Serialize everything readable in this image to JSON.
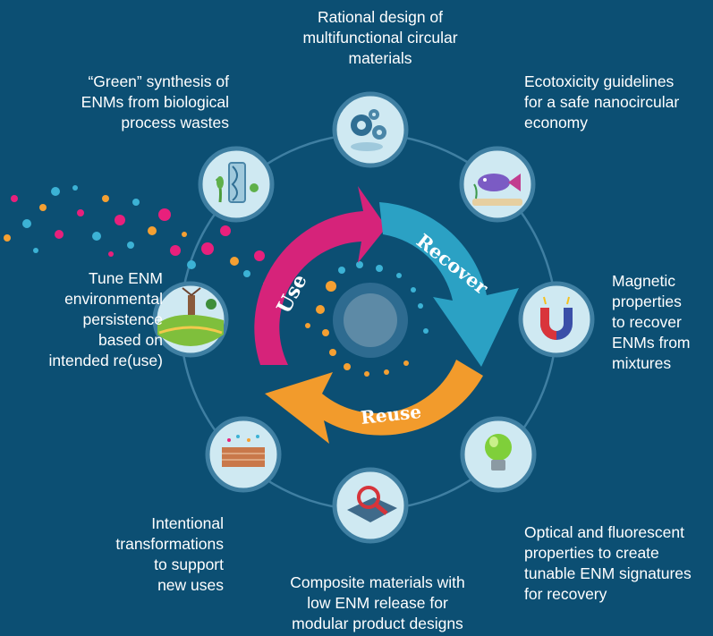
{
  "diagram": {
    "arrows": [
      {
        "label": "Use",
        "color": "#d6237a"
      },
      {
        "label": "Recover",
        "color": "#2ba1c4"
      },
      {
        "label": "Reuse",
        "color": "#f29b2c"
      }
    ],
    "nodes": [
      {
        "label": "Rational design of\nmultifunctional circular\nmaterials",
        "icon": "gears-icon"
      },
      {
        "label": "Ecotoxicity guidelines\nfor a safe nanocircular\neconomy",
        "icon": "fish-icon"
      },
      {
        "label": "Magnetic\nproperties\nto recover\nENMs from\nmixtures",
        "icon": "magnet-icon"
      },
      {
        "label": "Optical and fluorescent\nproperties to create\ntunable ENM signatures\nfor recovery",
        "icon": "lightbulb-icon"
      },
      {
        "label": "Composite materials with\nlow ENM release for\nmodular product designs",
        "icon": "magnifier-icon"
      },
      {
        "label": "Intentional\ntransformations\nto support\nnew uses",
        "icon": "brick-wall-icon"
      },
      {
        "label": "Tune ENM\nenvironmental\npersistence\nbased on\nintended re(use)",
        "icon": "landscape-icon"
      },
      {
        "label": "“Green” synthesis of\nENMs from biological\nprocess wastes",
        "icon": "dna-plant-icon"
      }
    ],
    "colors": {
      "background": "#0c4f73",
      "node_fill": "#cfe9f2",
      "node_ring": "#3f7fa2",
      "hub": "#5d8aa6",
      "particle_pink": "#e8207c",
      "particle_blue": "#3cb2d5",
      "particle_orange": "#f5a032"
    }
  }
}
